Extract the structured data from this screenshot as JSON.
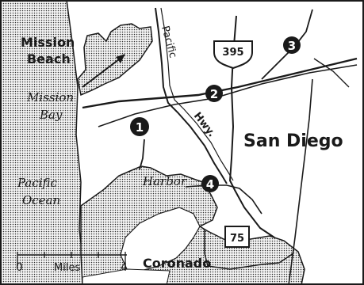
{
  "labels": {
    "mission_beach_1": "Mission",
    "mission_beach_2": "Beach",
    "mission_bay_1": "Mission",
    "mission_bay_2": "Bay",
    "pacific_ocean_1": "Pacific",
    "pacific_ocean_2": "Ocean",
    "pacific_hwy_1": "Pacific",
    "pacific_hwy_2": "Hwy.",
    "san_diego": "San Diego",
    "harbor": "Harbor",
    "coronado": "Coronado"
  },
  "markers": [
    "1",
    "2",
    "3",
    "4"
  ],
  "shields": {
    "us": "395",
    "state": "75"
  },
  "scale": {
    "start": "0",
    "end": "4",
    "unit": "Miles"
  },
  "colors": {
    "ink": "#1a1a1a",
    "paper": "#ffffff",
    "water_dot": "#2a2a2a"
  }
}
